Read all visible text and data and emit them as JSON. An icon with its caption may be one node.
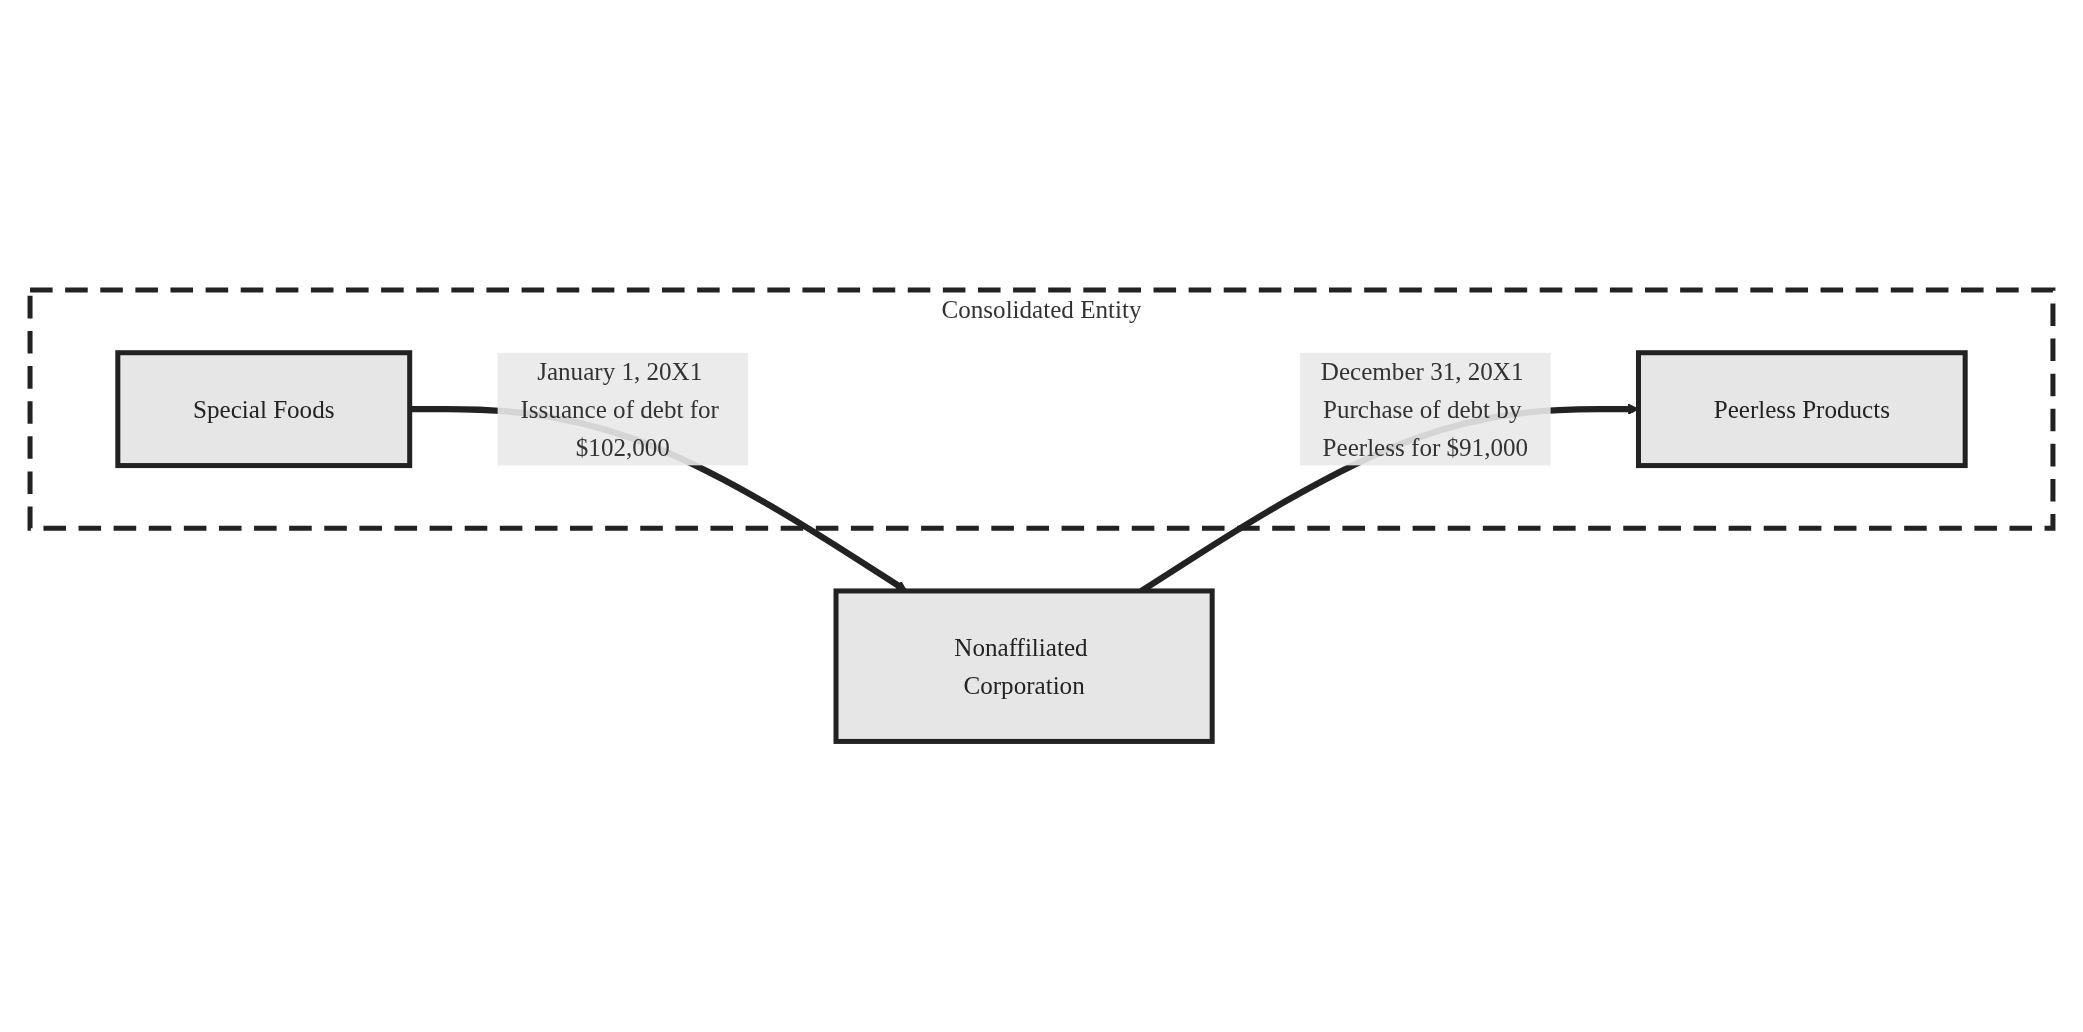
{
  "diagram": {
    "nodes": [
      {
        "text": [
          "Consolidated Entity"
        ]
      },
      {
        "text": [
          "Peerless Products"
        ],
        "in": 0
      },
      {
        "text": [
          "Special Foods"
        ],
        "in": 0
      },
      {
        "text": [
          "Nonaffiliated Corporation"
        ]
      }
    ],
    "edges": [
      {
        "from": 2,
        "to": 3,
        "arrow": "to",
        "label": "January 1, 20X1 Issuance of debt for $102,000"
      },
      {
        "from": 3,
        "to": 1,
        "arrow": "to",
        "label": "December 31, 20X1 Purchase of debt by Peerless for $91,000"
      }
    ]
  }
}
